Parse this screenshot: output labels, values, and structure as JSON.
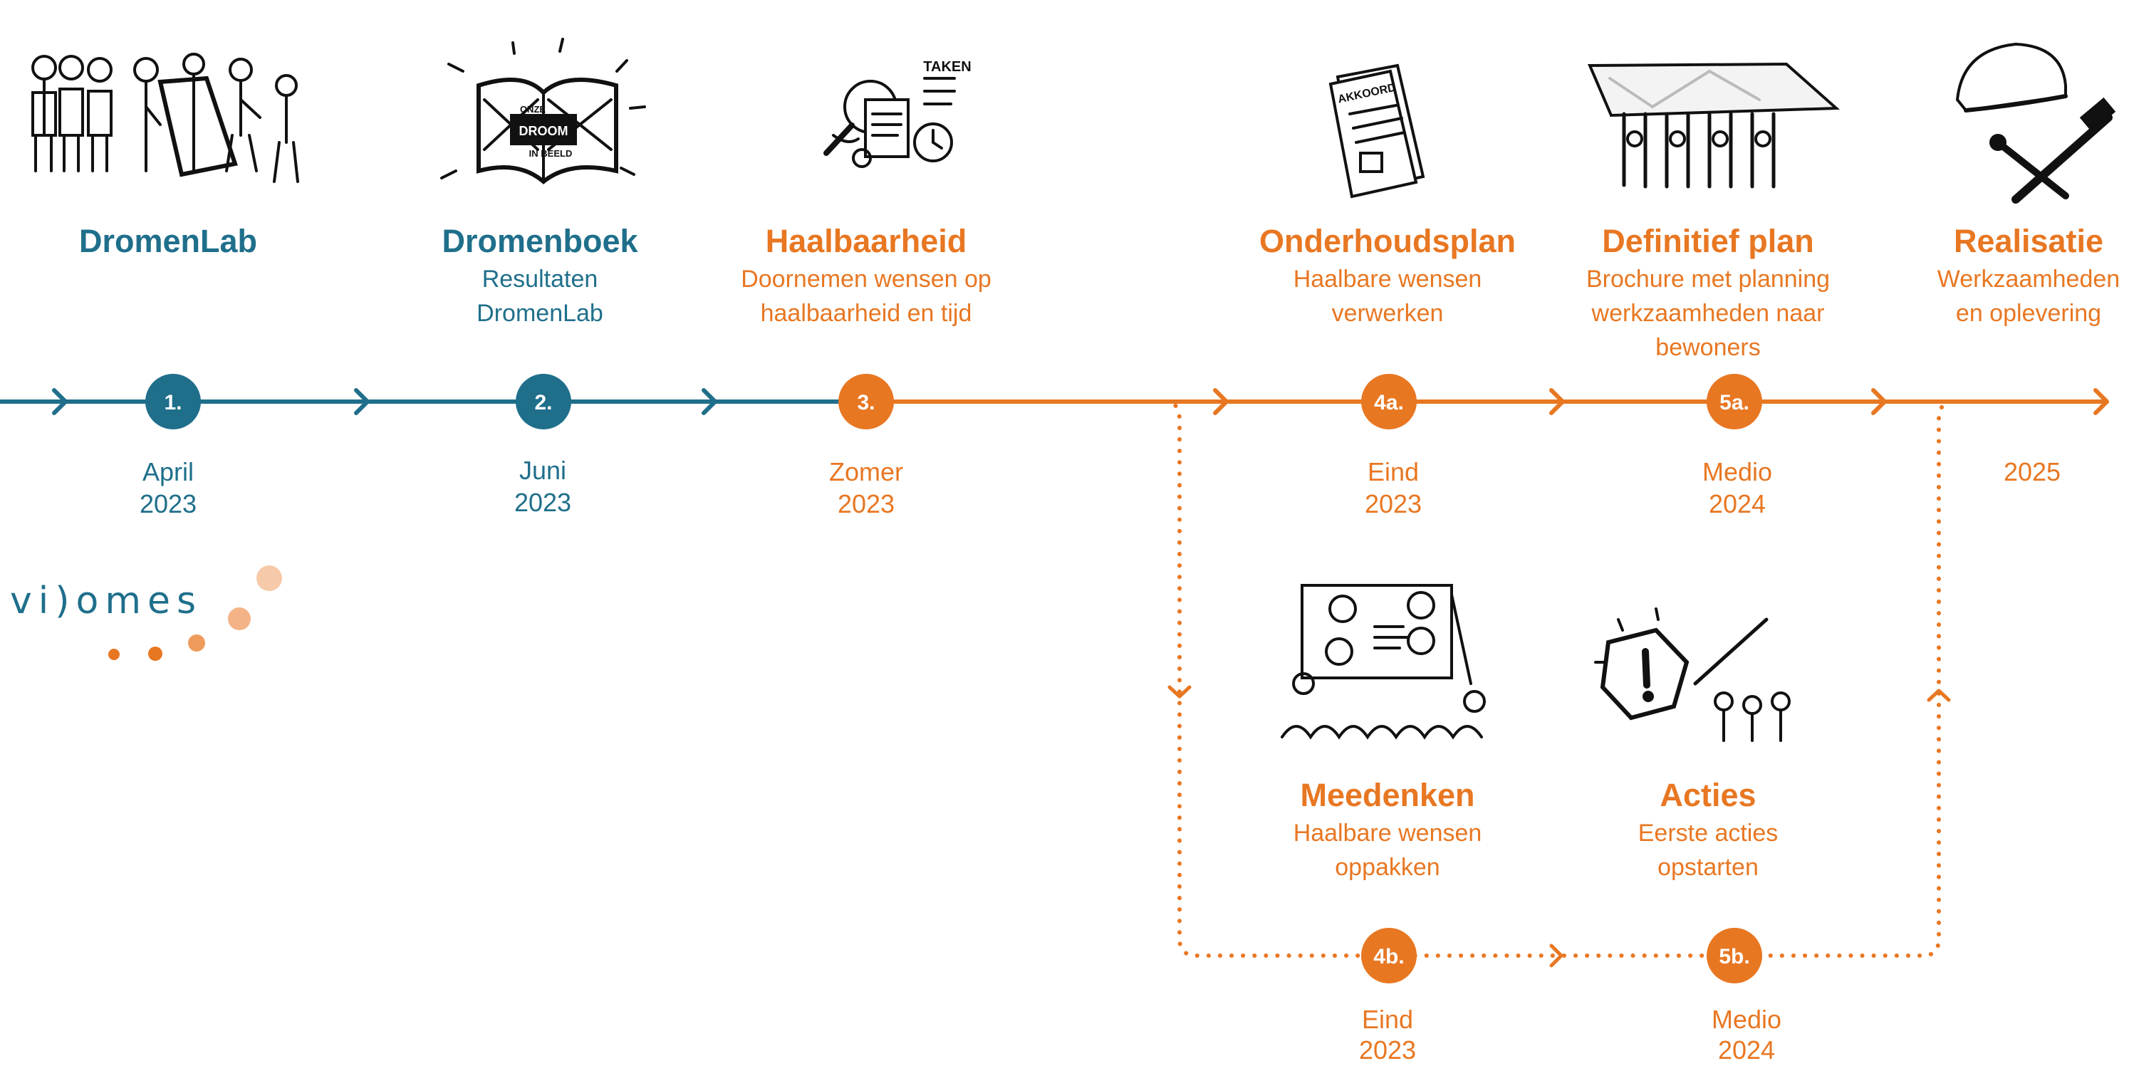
{
  "colors": {
    "blue": "#1f6f8b",
    "orange": "#e87722",
    "peach": "#f6c9a9"
  },
  "steps": {
    "s1": {
      "number": "1.",
      "title": "DromenLab",
      "desc": "",
      "date1": "April",
      "date2": "2023",
      "icon": "people-with-sign-icon"
    },
    "s2": {
      "number": "2.",
      "title": "Dromenboek",
      "desc": "Resultaten DromenLab",
      "date1": "Juni",
      "date2": "2023",
      "icon": "dream-book-icon"
    },
    "s3": {
      "number": "3.",
      "title": "Haalbaarheid",
      "desc": "Doornemen wensen op haalbaarheid en tijd",
      "date1": "Zomer",
      "date2": "2023",
      "icon": "magnifier-tasks-icon"
    },
    "s4a": {
      "number": "4a.",
      "title": "Onderhoudsplan",
      "desc": "Haalbare wensen verwerken",
      "date1": "Eind",
      "date2": "2023",
      "icon": "agreement-document-icon"
    },
    "s5a": {
      "number": "5a.",
      "title": "Definitief plan",
      "desc": "Brochure met planning werkzaamheden naar bewoners",
      "date1": "Medio",
      "date2": "2024",
      "icon": "people-holding-map-icon"
    },
    "s6": {
      "title": "Realisatie",
      "desc": "Werkzaamheden en oplevering",
      "date1": "2025",
      "icon": "helmet-tools-icon"
    },
    "s4b": {
      "number": "4b.",
      "title": "Meedenken",
      "desc": "Haalbare wensen oppakken",
      "date1": "Eind",
      "date2": "2023",
      "icon": "presentation-audience-icon"
    },
    "s5b": {
      "number": "5b.",
      "title": "Acties",
      "desc": "Eerste acties opstarten",
      "date1": "Medio",
      "date2": "2024",
      "icon": "people-raising-sign-icon"
    }
  },
  "logo": {
    "text": "vi)omes"
  },
  "icon_text": {
    "droom_top": "ONZE",
    "droom_mid": "DROOM",
    "droom_bot": "IN BEELD",
    "taken": "TAKEN",
    "akkoord": "AKKOORD"
  }
}
